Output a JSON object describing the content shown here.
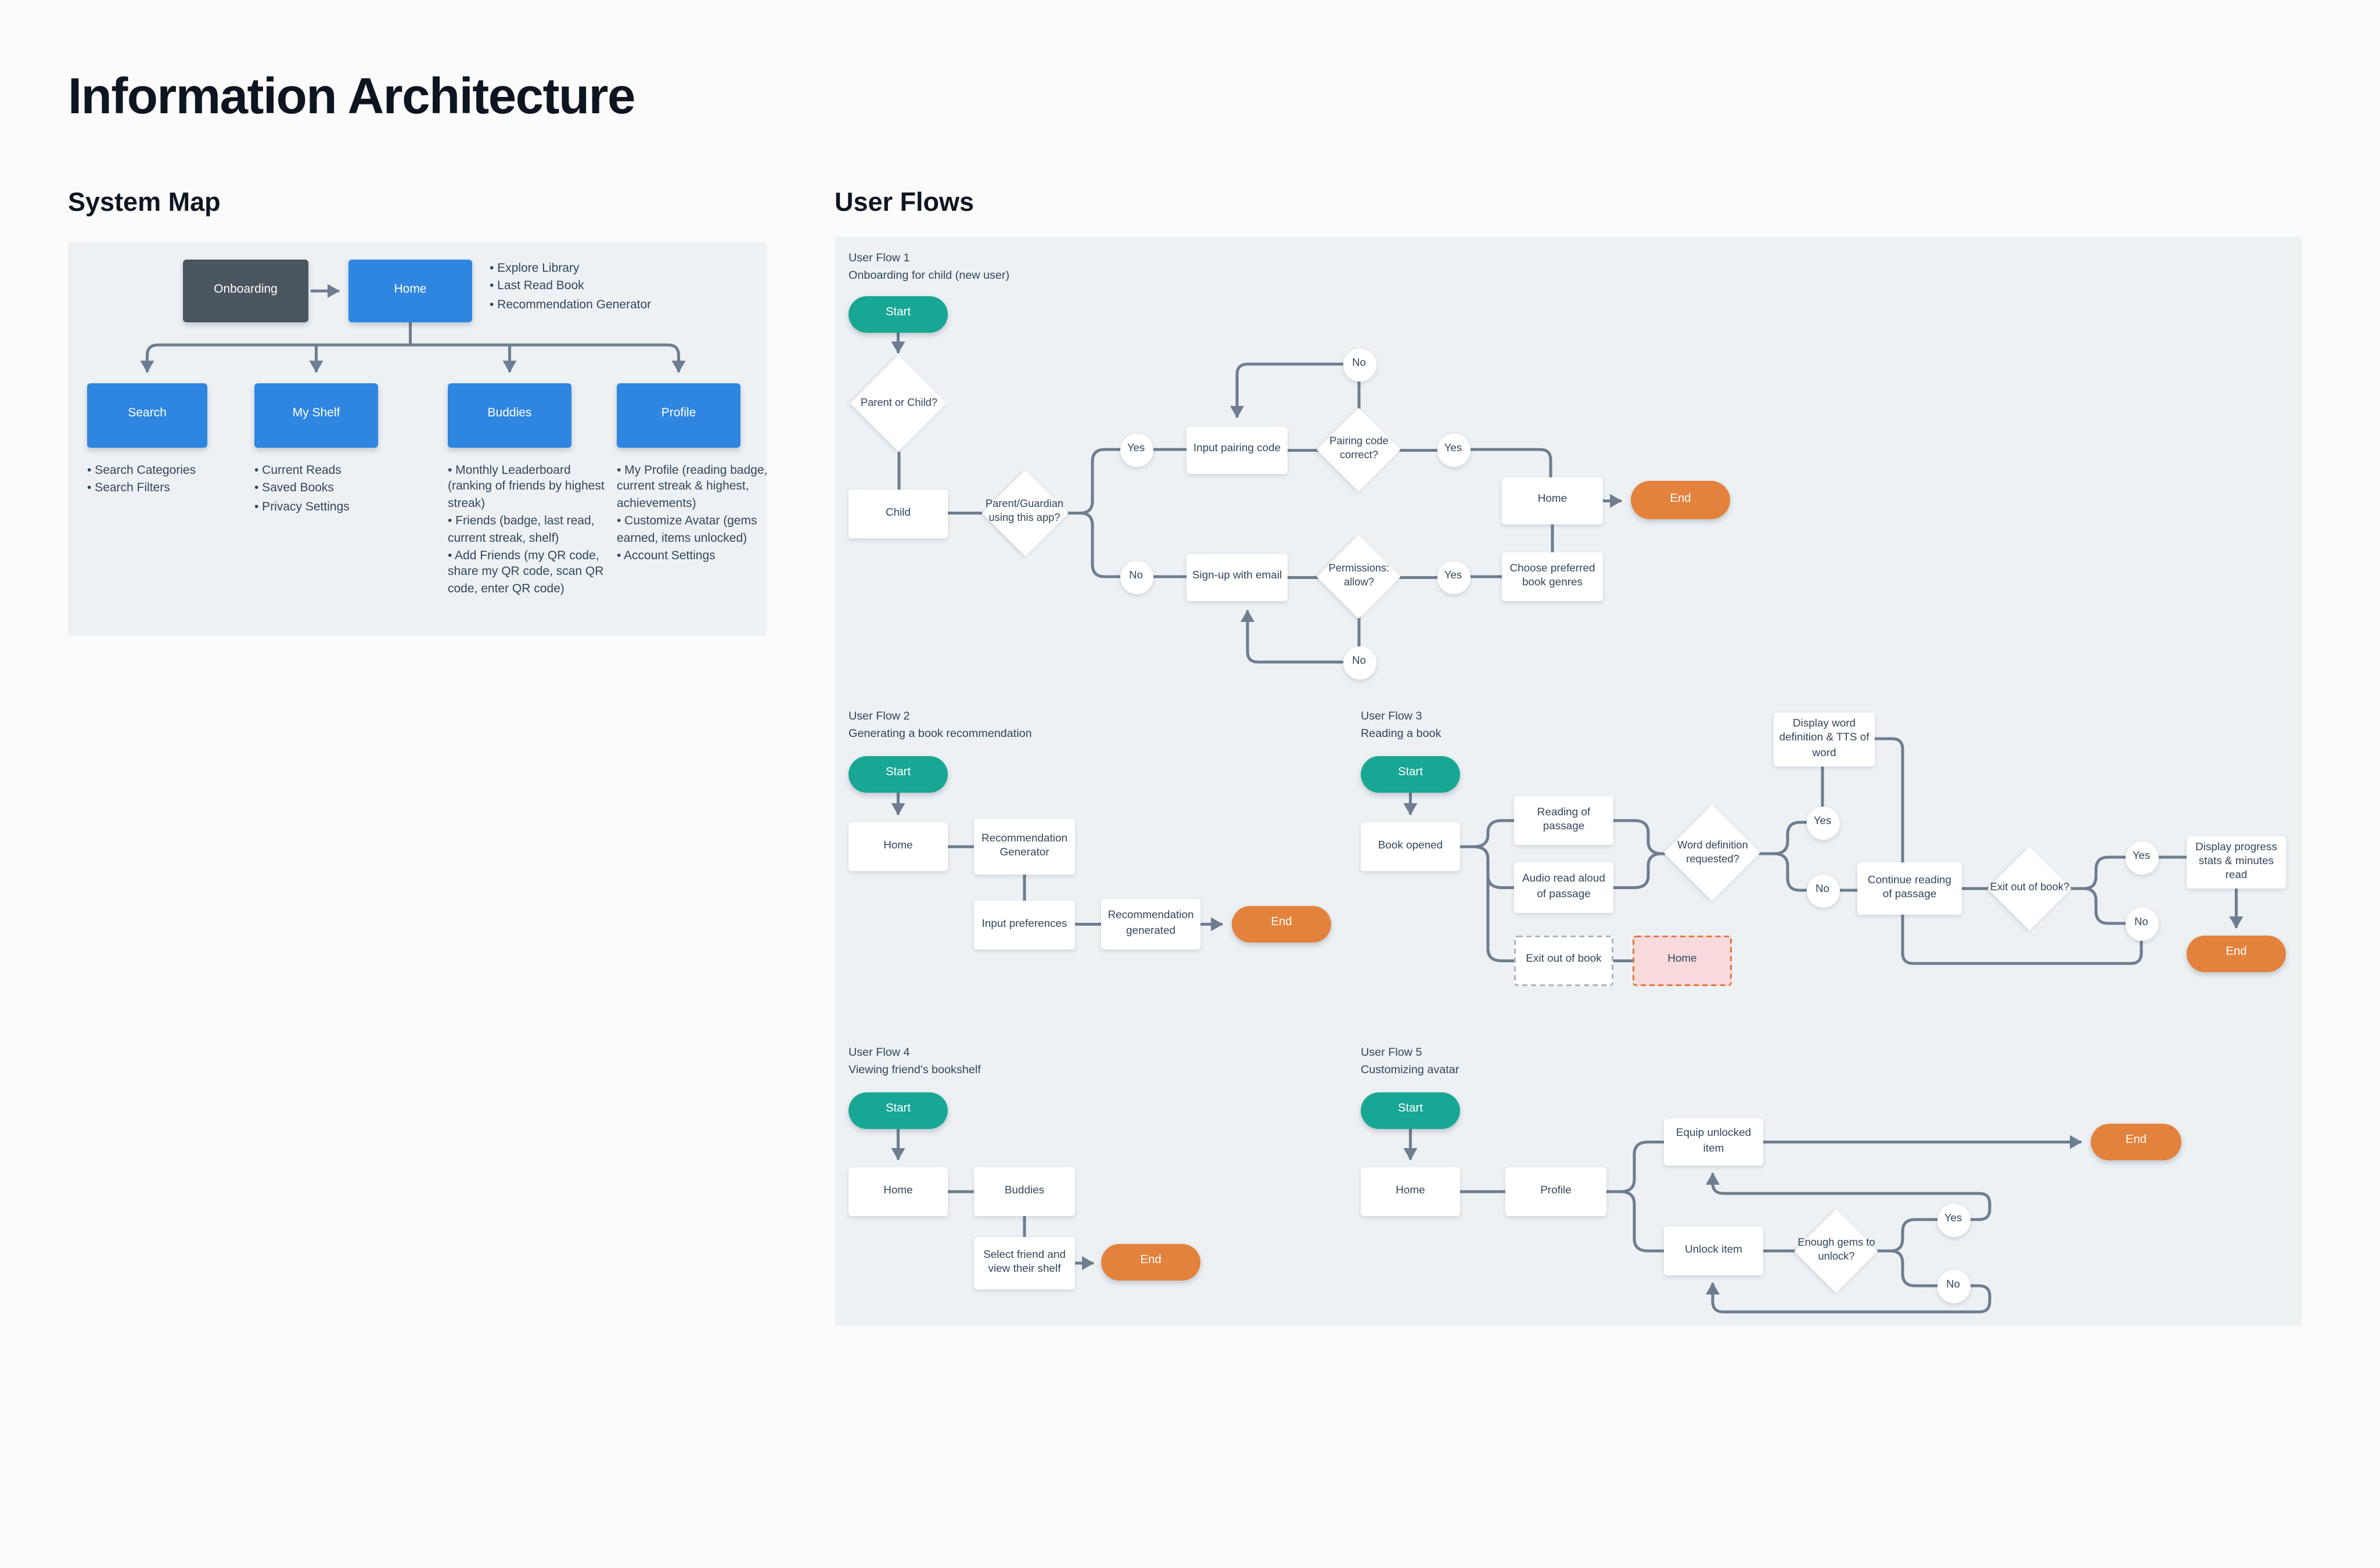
{
  "title": "Information Architecture",
  "sections": {
    "system_map": "System Map",
    "user_flows": "User Flows"
  },
  "colors": {
    "page_bg": "#fbfbfb",
    "panel_bg": "#edf1f4",
    "primary_blue": "#2f86e0",
    "dark_slate": "#49555f",
    "start_teal": "#18a794",
    "end_orange": "#e3823c",
    "alert_pink_fill": "#f8d9dc",
    "alert_pink_border": "#de7a3c",
    "connector_gray": "#6e7e90",
    "text_navy": "#31465a"
  },
  "system_map": {
    "nodes": {
      "onboarding": "Onboarding",
      "home": "Home",
      "search": "Search",
      "my_shelf": "My Shelf",
      "buddies": "Buddies",
      "profile": "Profile"
    },
    "bullets": {
      "home": [
        "Explore Library",
        "Last Read Book",
        "Recommendation Generator"
      ],
      "search": [
        "Search Categories",
        "Search Filters"
      ],
      "my_shelf": [
        "Current Reads",
        "Saved Books",
        "Privacy Settings"
      ],
      "buddies": [
        "Monthly Leaderboard (ranking of friends by highest streak)",
        "Friends (badge, last read, current streak, shelf)",
        "Add Friends (my QR code, share my QR code, scan QR code, enter QR code)"
      ],
      "profile": [
        "My Profile (reading badge, current streak & highest, achievements)",
        "Customize Avatar (gems earned, items unlocked)",
        "Account Settings"
      ]
    }
  },
  "flows": [
    {
      "id": "f1",
      "title": "User Flow 1",
      "subtitle": "Onboarding for child (new user)",
      "nodes": {
        "start": "Start",
        "q_parent_child": "Parent or Child?",
        "child": "Child",
        "q_guardian": "Parent/Guardian using this app?",
        "yes_guardian": "Yes",
        "no_guardian": "No",
        "input_code": "Input pairing code",
        "q_code": "Pairing code correct?",
        "no_code": "No",
        "yes_code": "Yes",
        "home": "Home",
        "end": "End",
        "choose_genres": "Choose preferred book genres",
        "signup": "Sign-up with email",
        "q_permissions": "Permissions: allow?",
        "yes_perm": "Yes",
        "no_perm": "No"
      }
    },
    {
      "id": "f2",
      "title": "User Flow 2",
      "subtitle": "Generating a book recommendation",
      "nodes": {
        "start": "Start",
        "home": "Home",
        "rec_gen": "Recommendation Generator",
        "input_prefs": "Input preferences",
        "rec_generated": "Recommendation generated",
        "end": "End"
      }
    },
    {
      "id": "f3",
      "title": "User Flow 3",
      "subtitle": "Reading a book",
      "nodes": {
        "start": "Start",
        "book_opened": "Book opened",
        "reading": "Reading of passage",
        "audio": "Audio read aloud of passage",
        "exit_book": "Exit out of book",
        "home": "Home",
        "q_word": "Word definition requested?",
        "yes_word": "Yes",
        "no_word": "No",
        "display_word": "Display word definition & TTS of word",
        "continue_reading": "Continue reading of passage",
        "q_exit": "Exit out of book?",
        "yes_exit": "Yes",
        "no_exit": "No",
        "display_progress": "Display progress stats & minutes read",
        "end": "End"
      }
    },
    {
      "id": "f4",
      "title": "User Flow 4",
      "subtitle": "Viewing friend's bookshelf",
      "nodes": {
        "start": "Start",
        "home": "Home",
        "buddies": "Buddies",
        "select_friend": "Select friend and view their shelf",
        "end": "End"
      }
    },
    {
      "id": "f5",
      "title": "User Flow 5",
      "subtitle": "Customizing avatar",
      "nodes": {
        "start": "Start",
        "home": "Home",
        "profile": "Profile",
        "equip": "Equip unlocked item",
        "unlock": "Unlock item",
        "q_gems": "Enough gems to unlock?",
        "yes_gems": "Yes",
        "no_gems": "No",
        "end": "End"
      }
    }
  ]
}
